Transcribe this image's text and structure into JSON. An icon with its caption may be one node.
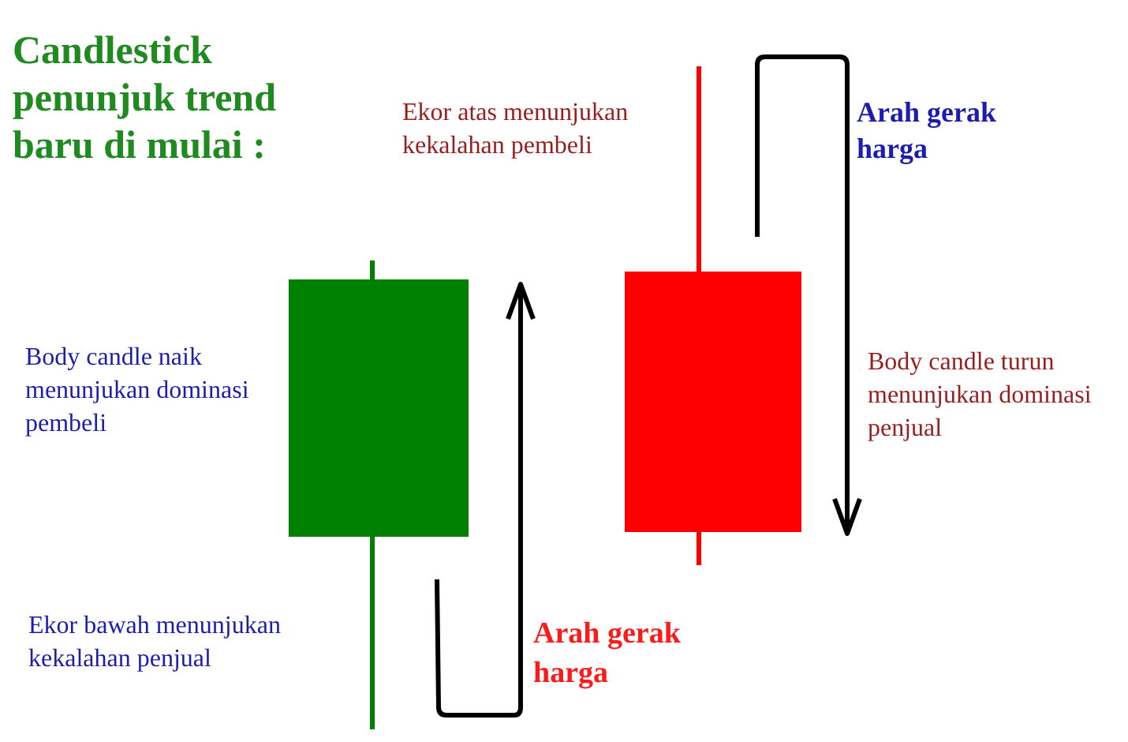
{
  "diagram": {
    "title": "Candlestick penunjuk trend baru di mulai :",
    "labels": [
      "Ekor atas menunjukan kekalahan pembeli",
      "Arah gerak harga",
      "Body candle naik menunjukan dominasi pembeli",
      "Body candle turun menunjukan dominasi penjual",
      "Ekor bawah menunjukan kekalahan penjual",
      "Arah gerak harga"
    ]
  }
}
